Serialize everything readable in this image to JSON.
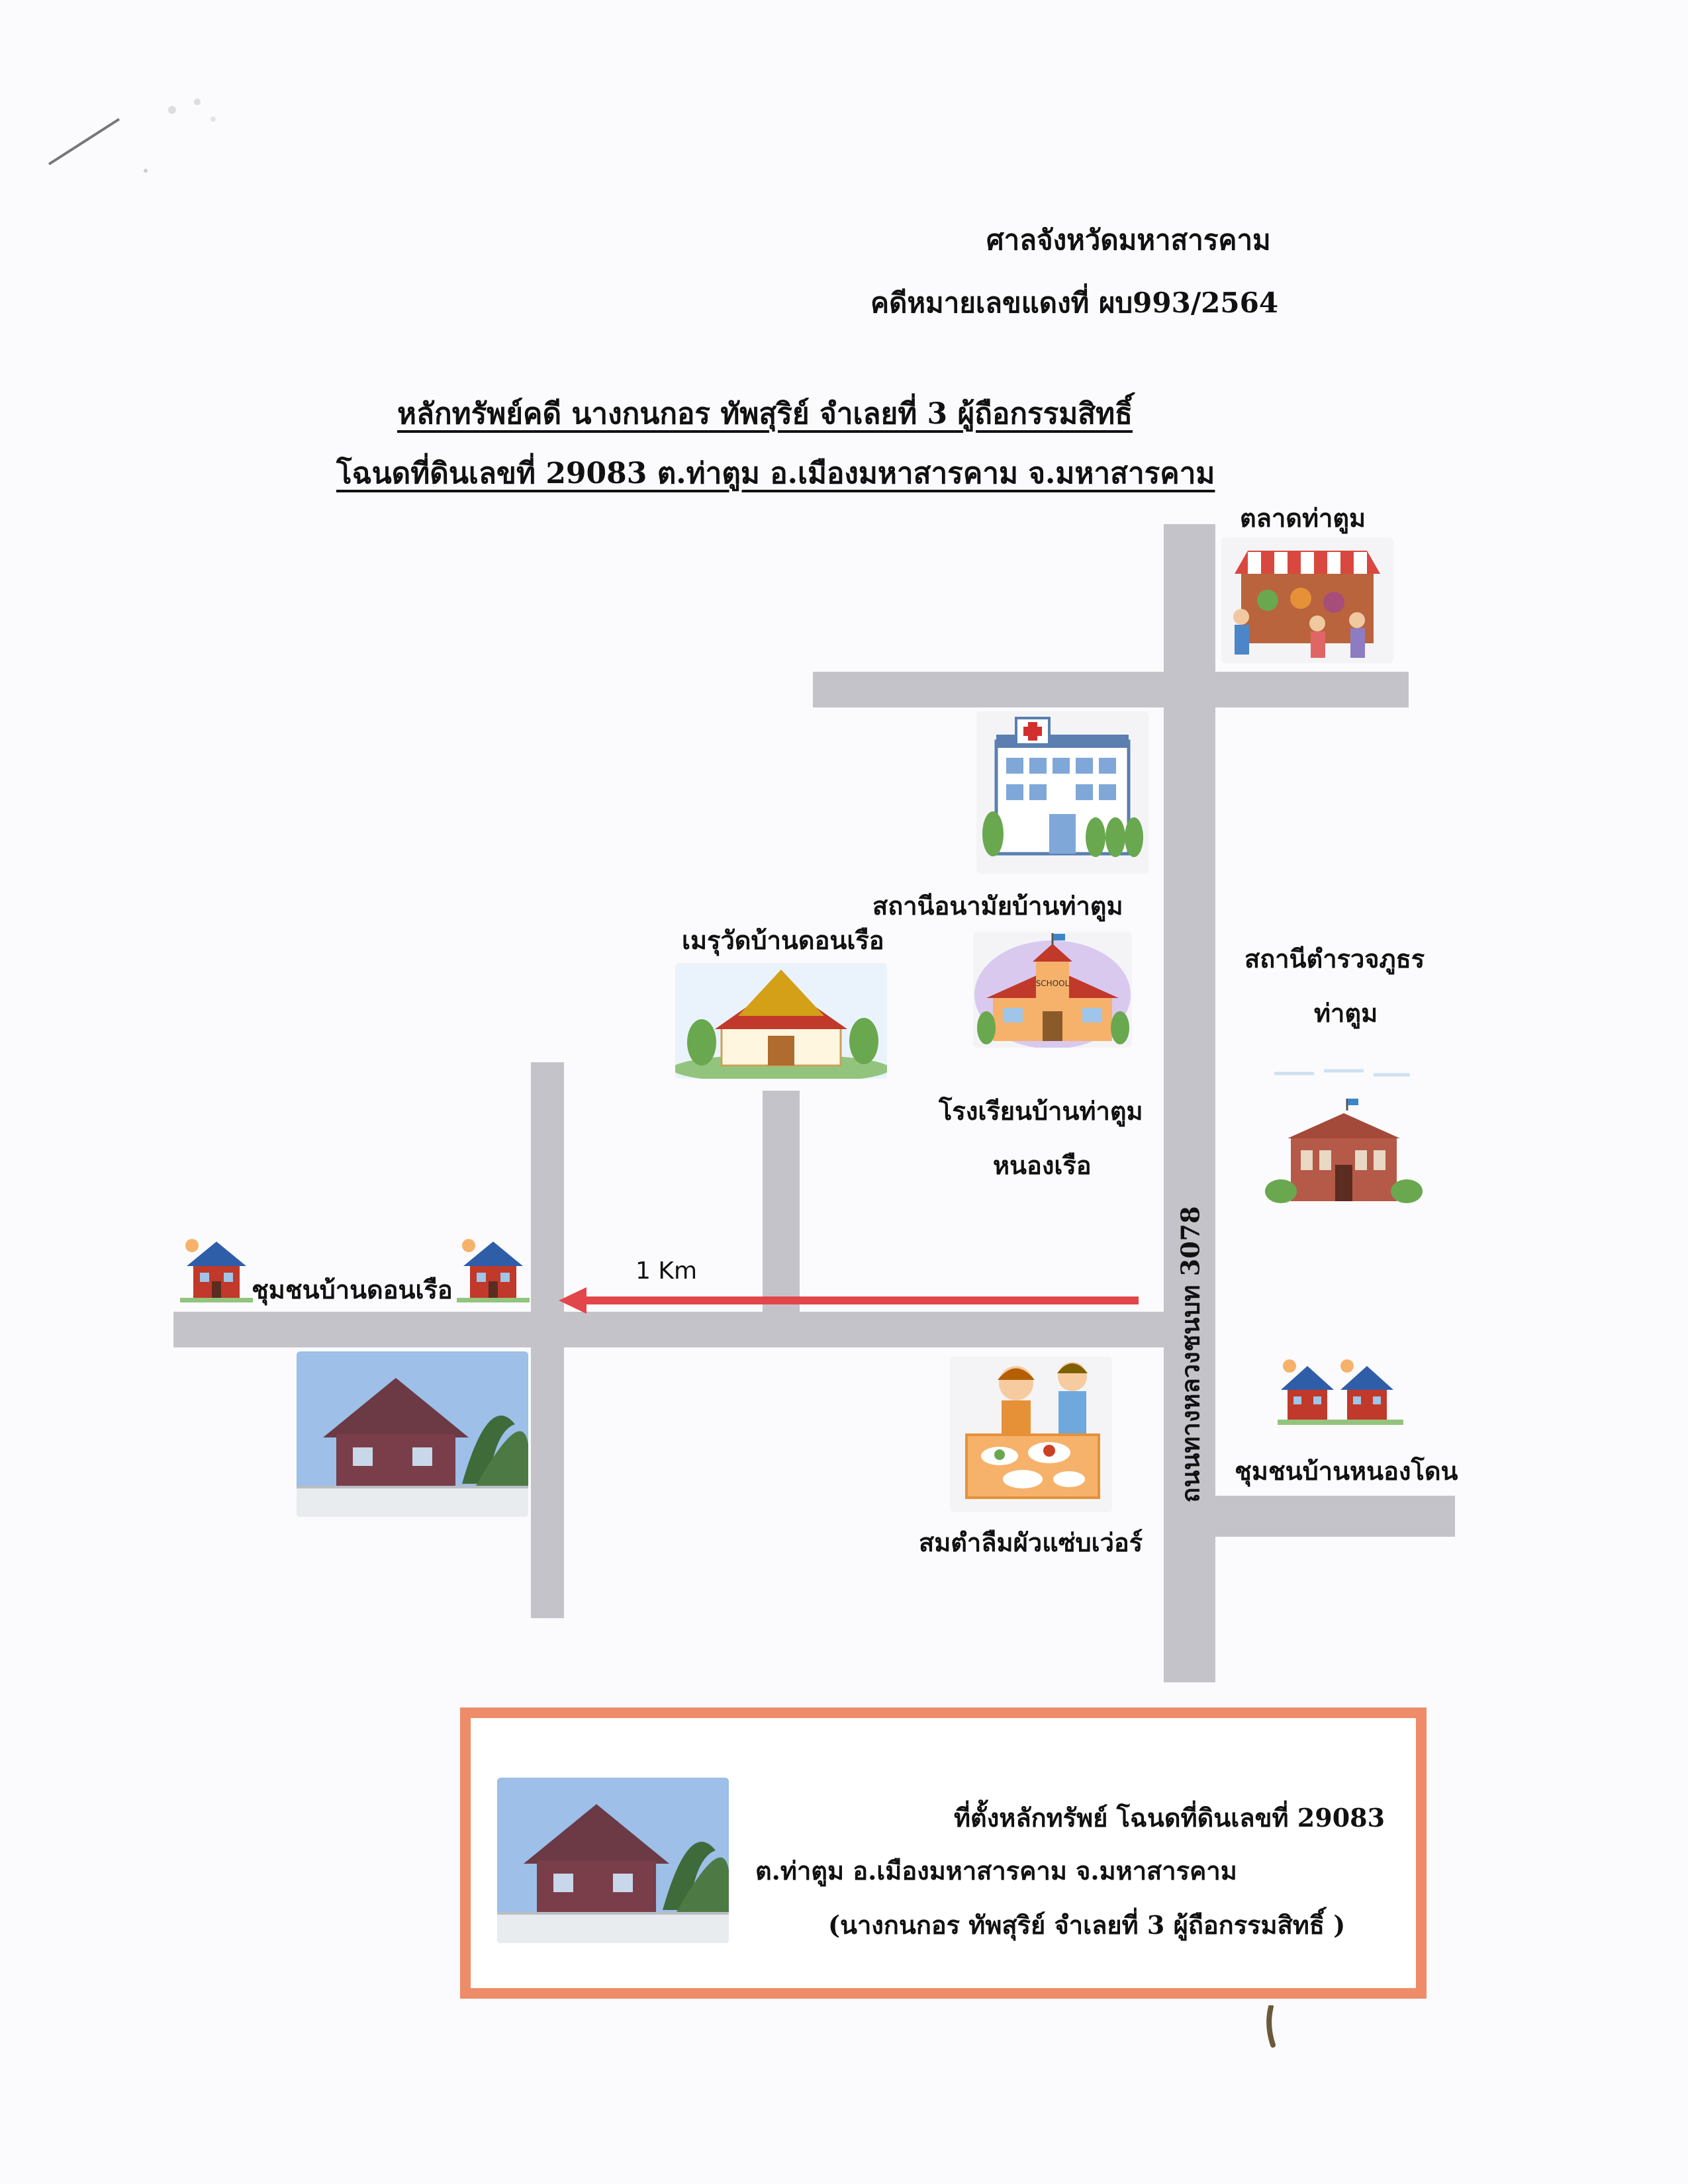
{
  "header": {
    "court": "ศาลจังหวัดมหาสารคาม",
    "case_no": "คดีหมายเลขแดงที่ ผบ993/2564",
    "title_line1": "หลักทรัพย์คดี นางกนกอร ทัพสุริย์ จำเลยที่ 3 ผู้ถือกรรมสิทธิ์",
    "title_line2": "โฉนดที่ดินเลขที่  29083  ต.ท่าตูม  อ.เมืองมหาสารคาม  จ.มหาสารคาม"
  },
  "map_labels": {
    "market": "ตลาดท่าตูม",
    "health_station": "สถานีอนามัยบ้านท่าตูม",
    "temple": "เมรุวัดบ้านดอนเรือ",
    "police_line1": "สถานีตำรวจภูธร",
    "police_line2": "ท่าตูม",
    "school_line1": "โรงเรียนบ้านท่าตูม",
    "school_line2": "หนองเรือ",
    "highway": "ถนนทางหลวงชนบท 3078",
    "community_donruea": "ชุมชนบ้านดอนเรือ",
    "distance": "1 Km",
    "community_nongdon": "ชุมชนบ้านหนองโดน",
    "restaurant": "สมตำลืมผัวแซ่บเว่อร์"
  },
  "icons": {
    "school_sign": "SCHOOL"
  },
  "location_box": {
    "line1": "ที่ตั้งหลักทรัพย์ โฉนดที่ดินเลขที่ 29083",
    "line2": "ต.ท่าตูม  อ.เมืองมหาสารคาม  จ.มหาสารคาม",
    "line3": "(นางกนกอร ทัพสุริย์ จำเลยที่ 3 ผู้ถือกรรมสิทธิ์ )"
  },
  "colors": {
    "road": "#c5c3ca",
    "arrow": "#e2454a",
    "box_border": "#ee8c6a"
  }
}
